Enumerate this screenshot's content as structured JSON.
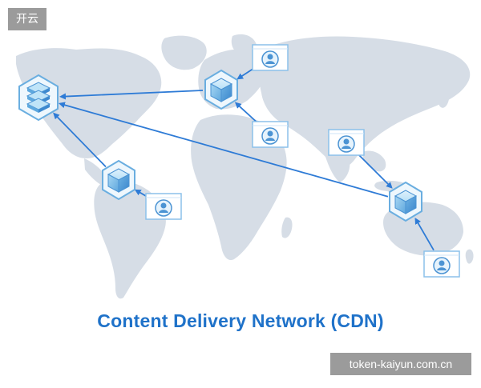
{
  "title": "Content Delivery Network (CDN)",
  "watermark_top_left": "开云",
  "watermark_bottom_right": "token-kaiyun.com.cn",
  "colors": {
    "map_land": "#d6dde6",
    "arrow": "#2e7bd6",
    "title": "#1f72c9",
    "cube_fill": "#9fd1f2",
    "cube_stroke": "#4b93d3",
    "user_panel": "#ffffff",
    "user_border": "#7fb8e6"
  },
  "nodes": [
    {
      "id": "origin",
      "kind": "origin-server",
      "icon": "server-stack-icon"
    },
    {
      "id": "edge-europe",
      "kind": "edge-cube",
      "icon": "cube-icon"
    },
    {
      "id": "edge-south-america",
      "kind": "edge-cube",
      "icon": "cube-icon"
    },
    {
      "id": "edge-australia",
      "kind": "edge-cube",
      "icon": "cube-icon"
    },
    {
      "id": "user-north-europe",
      "kind": "user",
      "icon": "user-icon"
    },
    {
      "id": "user-africa",
      "kind": "user",
      "icon": "user-icon"
    },
    {
      "id": "user-south-america",
      "kind": "user",
      "icon": "user-icon"
    },
    {
      "id": "user-india",
      "kind": "user",
      "icon": "user-icon"
    },
    {
      "id": "user-australia",
      "kind": "user",
      "icon": "user-icon"
    }
  ],
  "edges": [
    {
      "from": "edge-europe",
      "to": "origin"
    },
    {
      "from": "edge-south-america",
      "to": "origin"
    },
    {
      "from": "edge-australia",
      "to": "origin"
    },
    {
      "from": "user-north-europe",
      "to": "edge-europe"
    },
    {
      "from": "user-africa",
      "to": "edge-europe"
    },
    {
      "from": "user-south-america",
      "to": "edge-south-america"
    },
    {
      "from": "user-india",
      "to": "edge-australia"
    },
    {
      "from": "user-australia",
      "to": "edge-australia"
    }
  ]
}
